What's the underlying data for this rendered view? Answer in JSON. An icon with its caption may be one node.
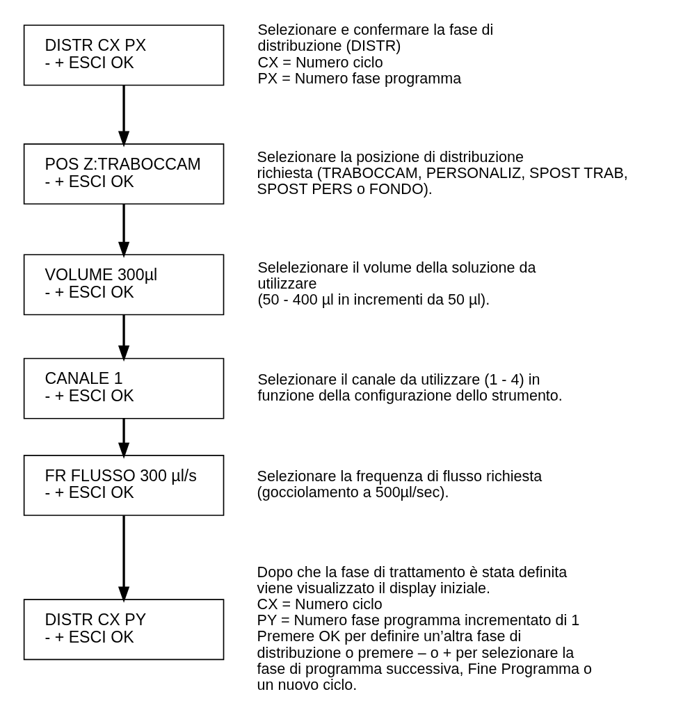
{
  "diagram": {
    "nodes": [
      {
        "text": [
          "DISTR CX PX",
          "- + ESCI OK"
        ],
        "beside": [
          "Selezionare e confermare la fase di distribuzione (DISTR)",
          "CX = Numero ciclo",
          "PX = Numero fase programma"
        ]
      },
      {
        "text": [
          "POS Z:TRABOCCAM",
          "- + ESCI OK"
        ],
        "beside": [
          "Selezionare la posizione di distribuzione richiesta (TRABOCCAM, PERSONALIZ, SPOST TRAB, SPOST PERS o FONDO)."
        ]
      },
      {
        "text": [
          "VOLUME 300µl",
          "- + ESCI OK"
        ],
        "beside": [
          "Selelezionare il volume della soluzione da utilizzare",
          "(50 - 400 µl in incrementi da 50 µl)."
        ]
      },
      {
        "text": [
          "CANALE 1",
          "- + ESCI OK"
        ],
        "beside": [
          "Selezionare il canale da utilizzare (1 - 4) in funzione della configurazione dello strumento."
        ]
      },
      {
        "text": [
          "FR FLUSSO 300 µl/s",
          "- + ESCI OK"
        ],
        "beside": [
          "Selezionare la frequenza di flusso richiesta (gocciolamento a 500µl/sec)."
        ]
      },
      {
        "text": [
          "DISTR CX PY",
          "- + ESCI OK"
        ],
        "beside": [
          "Dopo che la fase di trattamento è stata definita viene visualizzato il display iniziale.",
          "CX = Numero ciclo",
          "PY = Numero fase programma incrementato di 1",
          "Premere OK per definire un’altra fase di distribuzione o premere – o + per selezionare la fase di programma successiva, Fine Programma o un nuovo ciclo."
        ]
      }
    ],
    "edges": [
      {
        "from": 0,
        "to": 1,
        "arrow": "to"
      },
      {
        "from": 1,
        "to": 2,
        "arrow": "to"
      },
      {
        "from": 2,
        "to": 3,
        "arrow": "to"
      },
      {
        "from": 3,
        "to": 4,
        "arrow": "to"
      },
      {
        "from": 4,
        "to": 5,
        "arrow": "to"
      }
    ]
  }
}
